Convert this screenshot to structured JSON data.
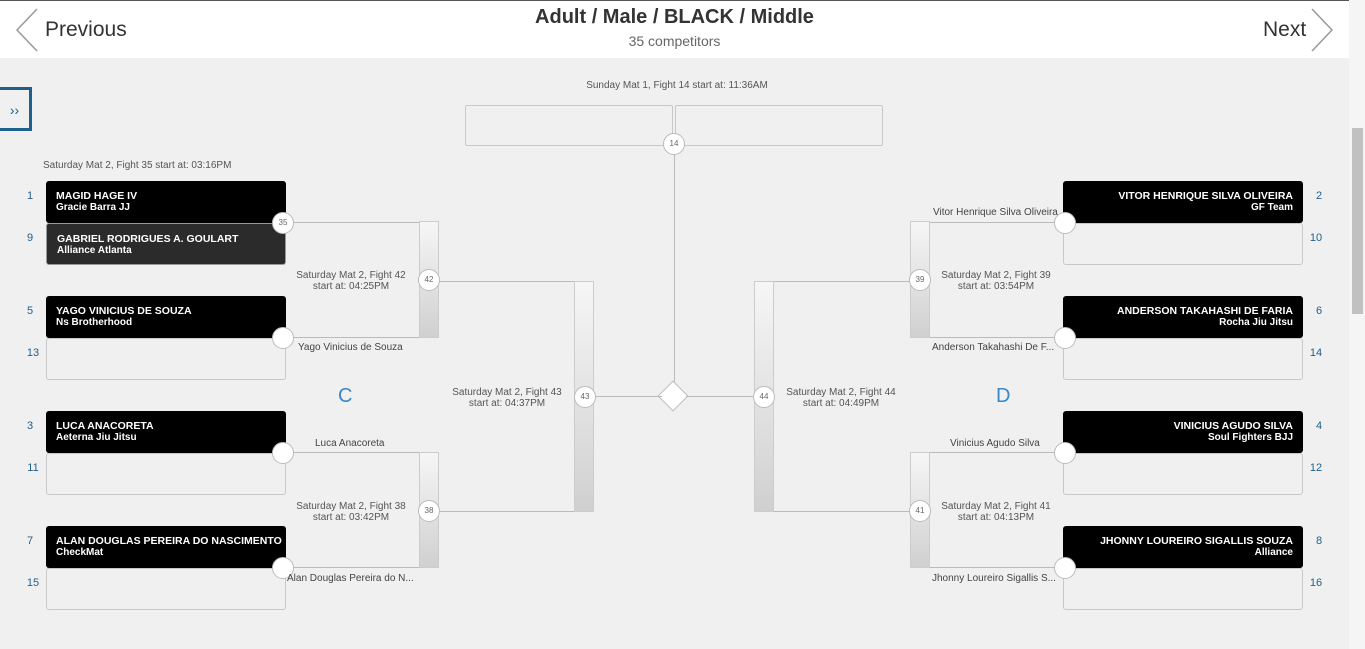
{
  "header": {
    "title": "Adult / Male / BLACK / Middle",
    "subtitle": "35 competitors",
    "prev_label": "Previous",
    "next_label": "Next"
  },
  "sidebar_toggle": "››",
  "final": {
    "info": "Sunday Mat 1, Fight 14 start at: 11:36AM",
    "fight_no": "14"
  },
  "quadrants": {
    "left": "C",
    "right": "D"
  },
  "left": {
    "f35_info": "Saturday Mat 2, Fight 35 start at: 03:16PM",
    "f35_no": "35",
    "f42_info": "Saturday Mat 2, Fight 42\nstart at: 04:25PM",
    "f42_no": "42",
    "f43_info": "Saturday Mat 2, Fight 43\nstart at: 04:37PM",
    "f43_no": "43",
    "f38_info": "Saturday Mat 2, Fight 38\nstart at: 03:42PM",
    "f38_no": "38",
    "w_yago": "Yago Vinicius de Souza",
    "w_luca": "Luca Anacoreta",
    "w_alan": "Alan Douglas Pereira do N...",
    "cards": [
      {
        "seed": "1",
        "name": "MAGID HAGE IV",
        "team": "Gracie Barra JJ"
      },
      {
        "seed": "9",
        "name": "GABRIEL RODRIGUES A. GOULART",
        "team": "Alliance Atlanta"
      },
      {
        "seed": "5",
        "name": "YAGO VINICIUS DE SOUZA",
        "team": "Ns Brotherhood"
      },
      {
        "seed": "13",
        "name": "",
        "team": ""
      },
      {
        "seed": "3",
        "name": "LUCA ANACORETA",
        "team": "Aeterna Jiu Jitsu"
      },
      {
        "seed": "11",
        "name": "",
        "team": ""
      },
      {
        "seed": "7",
        "name": "ALAN DOUGLAS PEREIRA DO NASCIMENTO",
        "team": "CheckMat"
      },
      {
        "seed": "15",
        "name": "",
        "team": ""
      }
    ]
  },
  "right": {
    "f39_info": "Saturday Mat 2, Fight 39\nstart at: 03:54PM",
    "f39_no": "39",
    "f44_info": "Saturday Mat 2, Fight 44\nstart at: 04:49PM",
    "f44_no": "44",
    "f41_info": "Saturday Mat 2, Fight 41\nstart at: 04:13PM",
    "f41_no": "41",
    "w_vitor": "Vitor Henrique Silva Oliveira",
    "w_anderson": "Anderson Takahashi De F...",
    "w_vinicius": "Vinicius Agudo Silva",
    "w_jhonny": "Jhonny Loureiro Sigallis S...",
    "cards": [
      {
        "seed": "2",
        "name": "VITOR HENRIQUE SILVA OLIVEIRA",
        "team": "GF Team"
      },
      {
        "seed": "10",
        "name": "",
        "team": ""
      },
      {
        "seed": "6",
        "name": "ANDERSON TAKAHASHI DE FARIA",
        "team": "Rocha Jiu Jitsu"
      },
      {
        "seed": "14",
        "name": "",
        "team": ""
      },
      {
        "seed": "4",
        "name": "VINICIUS AGUDO SILVA",
        "team": "Soul Fighters BJJ"
      },
      {
        "seed": "12",
        "name": "",
        "team": ""
      },
      {
        "seed": "8",
        "name": "JHONNY LOUREIRO SIGALLIS SOUZA",
        "team": "Alliance"
      },
      {
        "seed": "16",
        "name": "",
        "team": ""
      }
    ]
  }
}
